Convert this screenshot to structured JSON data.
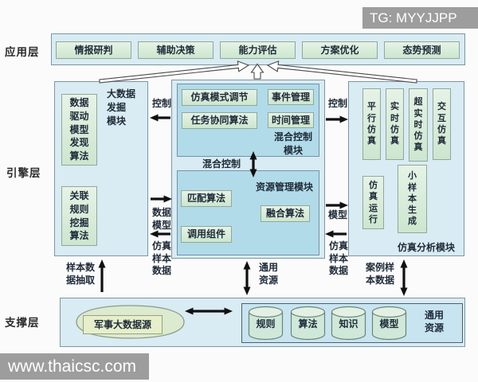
{
  "badges": {
    "tg": "TG: MYYJJPP",
    "watermark": "www.thaicsc.com"
  },
  "layers": {
    "application": "应用层",
    "engine": "引擎层",
    "support": "支撑层"
  },
  "app_boxes": [
    "情报研判",
    "辅助决策",
    "能力评估",
    "方案优化",
    "态势预测"
  ],
  "bigdata": {
    "title": "大数据\n发掘\n模块",
    "box1": "数据\n驱动\n模型\n发现\n算法",
    "box2": "关联\n规则\n挖掘\n算法"
  },
  "hybrid": {
    "title": "混合控制\n模块",
    "box1": "仿真模式调节",
    "box2": "事件管理",
    "box3": "任务协同算法",
    "box4": "时间管理",
    "link": "混合控制"
  },
  "resource": {
    "title": "资源管理模块",
    "box1": "匹配算法",
    "box2": "融合算法",
    "box3": "调用组件"
  },
  "sim": {
    "title": "仿真分析模块",
    "box1": "平\n行\n仿\n真",
    "box2": "实\n时\n仿\n真",
    "box3": "超\n实\n时\n仿\n真",
    "box4": "交\n互\n仿\n真",
    "box5": "仿\n真\n运\n行",
    "box6": "小\n样\n本\n生\n成"
  },
  "edges": {
    "ctrl_left": "控制",
    "data_model": "数据\n模型",
    "sim_sample_left": "仿真\n样本\n数据",
    "ctrl_right": "控制",
    "model": "模型",
    "sim_sample_right": "仿真\n样本\n数据",
    "sample_extract": "样本数\n据抽取",
    "common_resource": "通用\n资源",
    "case_sample": "案例样\n本数据"
  },
  "support_panel": {
    "datasource": "军事大数据源",
    "cylinders": [
      "规则",
      "算法",
      "知识",
      "模型"
    ],
    "resource_label": "通用\n资源"
  },
  "colors": {
    "panel_bg": "#d9ebf3",
    "subpanel_bg": "#b2dbe9",
    "box_green": "#d8ecd8",
    "panel_border": "#7d97a6",
    "arrow": "#101010"
  }
}
